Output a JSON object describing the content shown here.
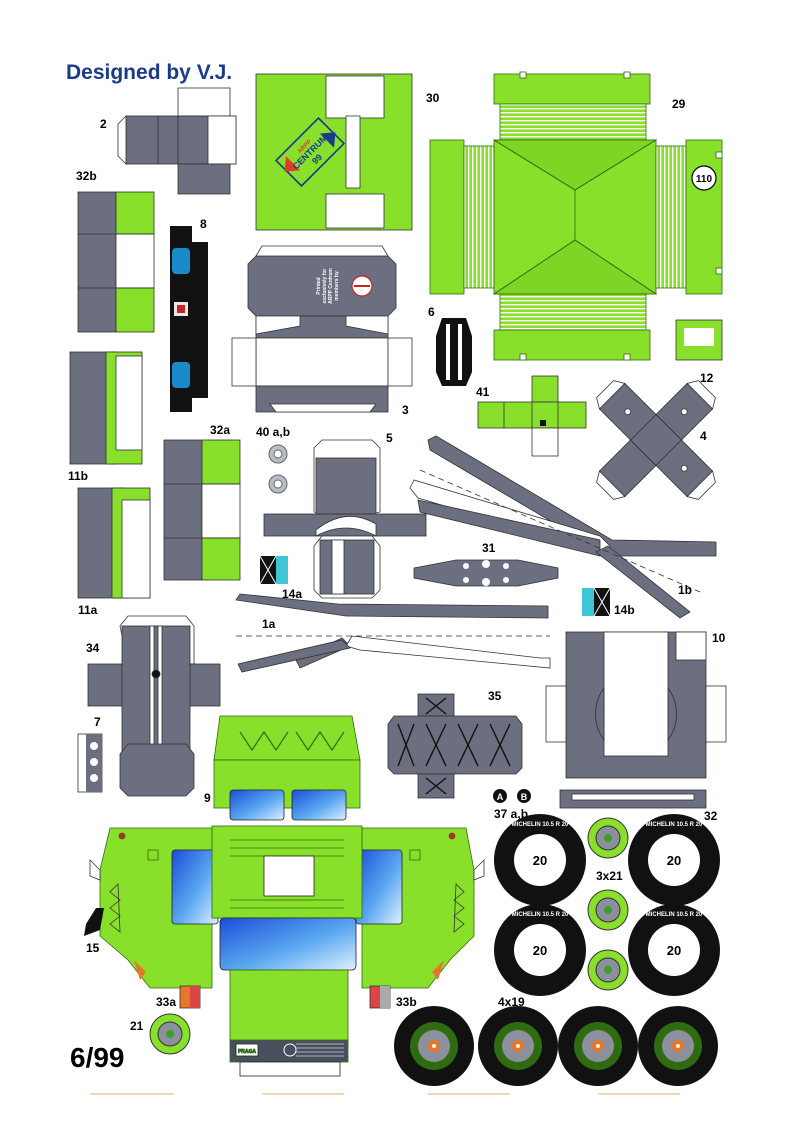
{
  "sheet": {
    "title": "Designed by V.J.",
    "page_number": "6/99",
    "logo_text": {
      "brand": "ARPP",
      "name": "CENTRUM",
      "year": "99"
    },
    "sign_text": {
      "line1": "Printed",
      "line2": "exclusively for",
      "line3": "ARPP Centrum",
      "line4": "members by"
    },
    "marker_a": "A",
    "marker_b": "B",
    "wheel_number": "20",
    "tire_brand": "MICHELIN 10.5 R 20",
    "number_plate": "110",
    "grille_plate": "PRAGA"
  },
  "parts": {
    "p2": "2",
    "p3": "3",
    "p4": "4",
    "p5": "5",
    "p6": "6",
    "p7": "7",
    "p8": "8",
    "p9": "9",
    "p10": "10",
    "p11a": "11a",
    "p11b": "11b",
    "p12": "12",
    "p14a": "14a",
    "p14b": "14b",
    "p15": "15",
    "p1a": "1a",
    "p1b": "1b",
    "p21": "21",
    "p29": "29",
    "p30": "30",
    "p31": "31",
    "p32": "32",
    "p32a": "32a",
    "p32b": "32b",
    "p33a": "33a",
    "p33b": "33b",
    "p34": "34",
    "p35": "35",
    "p37": "37 a,b",
    "p40": "40 a,b",
    "p41": "41",
    "p3x21": "3x21",
    "p4x19": "4x19"
  },
  "colors": {
    "green": "#88e02a",
    "dark_green": "#2f6b10",
    "grey": "#6b6f80",
    "black": "#111111",
    "blue": "#1a3a8c",
    "cyan": "#3ec6d6",
    "orange": "#e8762a"
  }
}
